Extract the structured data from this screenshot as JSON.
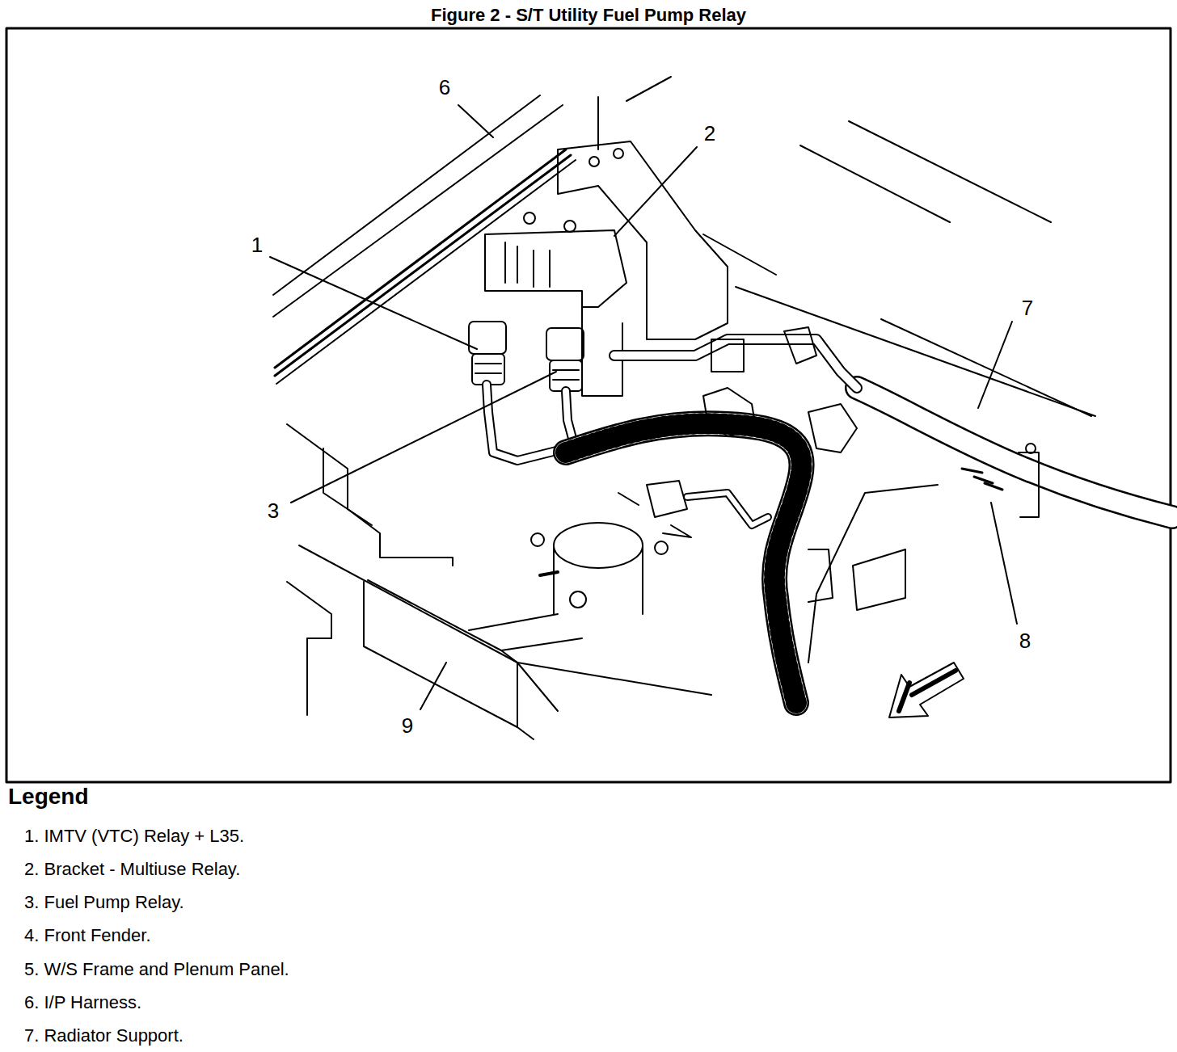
{
  "diagram": {
    "title": "Figure 2 - S/T Utility Fuel Pump Relay",
    "labels": [
      "6",
      "2",
      "1",
      "7",
      "3",
      "8",
      "9",
      "Legend"
    ],
    "legend": [
      {
        "text": "1. IMTV (VTC) Relay + L35."
      },
      {
        "text": "2. Bracket - Multiuse Relay."
      },
      {
        "text": "3. Fuel Pump Relay."
      },
      {
        "text": "4. Front Fender."
      },
      {
        "text": "5. W/S Frame and Plenum Panel."
      },
      {
        "text": "6. I/P Harness."
      },
      {
        "text": "7. Radiator Support."
      }
    ]
  }
}
